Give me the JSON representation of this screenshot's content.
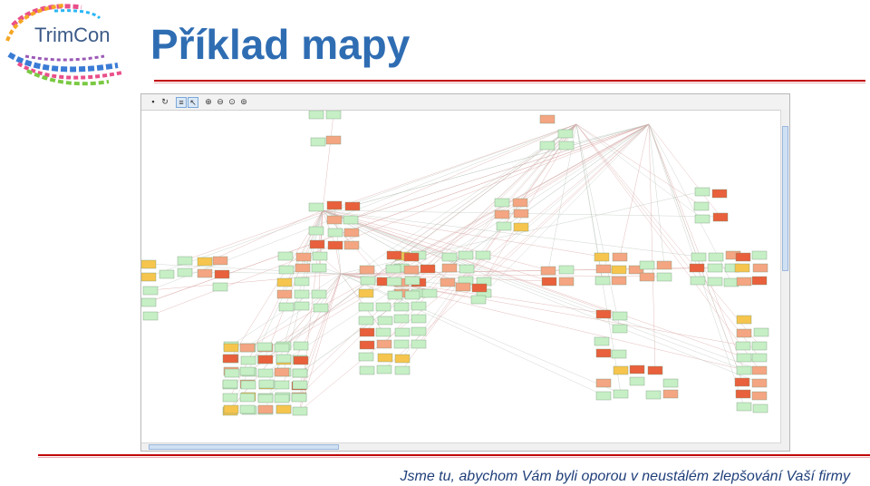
{
  "brand": {
    "name": "TrimCon"
  },
  "slide": {
    "title": "Příklad mapy",
    "tagline": "Jsme tu, abychom Vám byli oporou v neustálém zlepšování Vaší firmy"
  },
  "colors": {
    "title": "#2f6db3",
    "rule": "#c00000",
    "node_green": "#c6efc6",
    "node_orange": "#f4a582",
    "node_red": "#e8603c",
    "node_yellow": "#f6c54e"
  },
  "map_view": {
    "toolbar_icons": [
      "save-icon",
      "refresh-icon",
      "list-icon",
      "pointer-icon",
      "zoom-in-icon",
      "zoom-out-icon",
      "zoom-reset-icon",
      "zoom-fit-icon"
    ]
  }
}
